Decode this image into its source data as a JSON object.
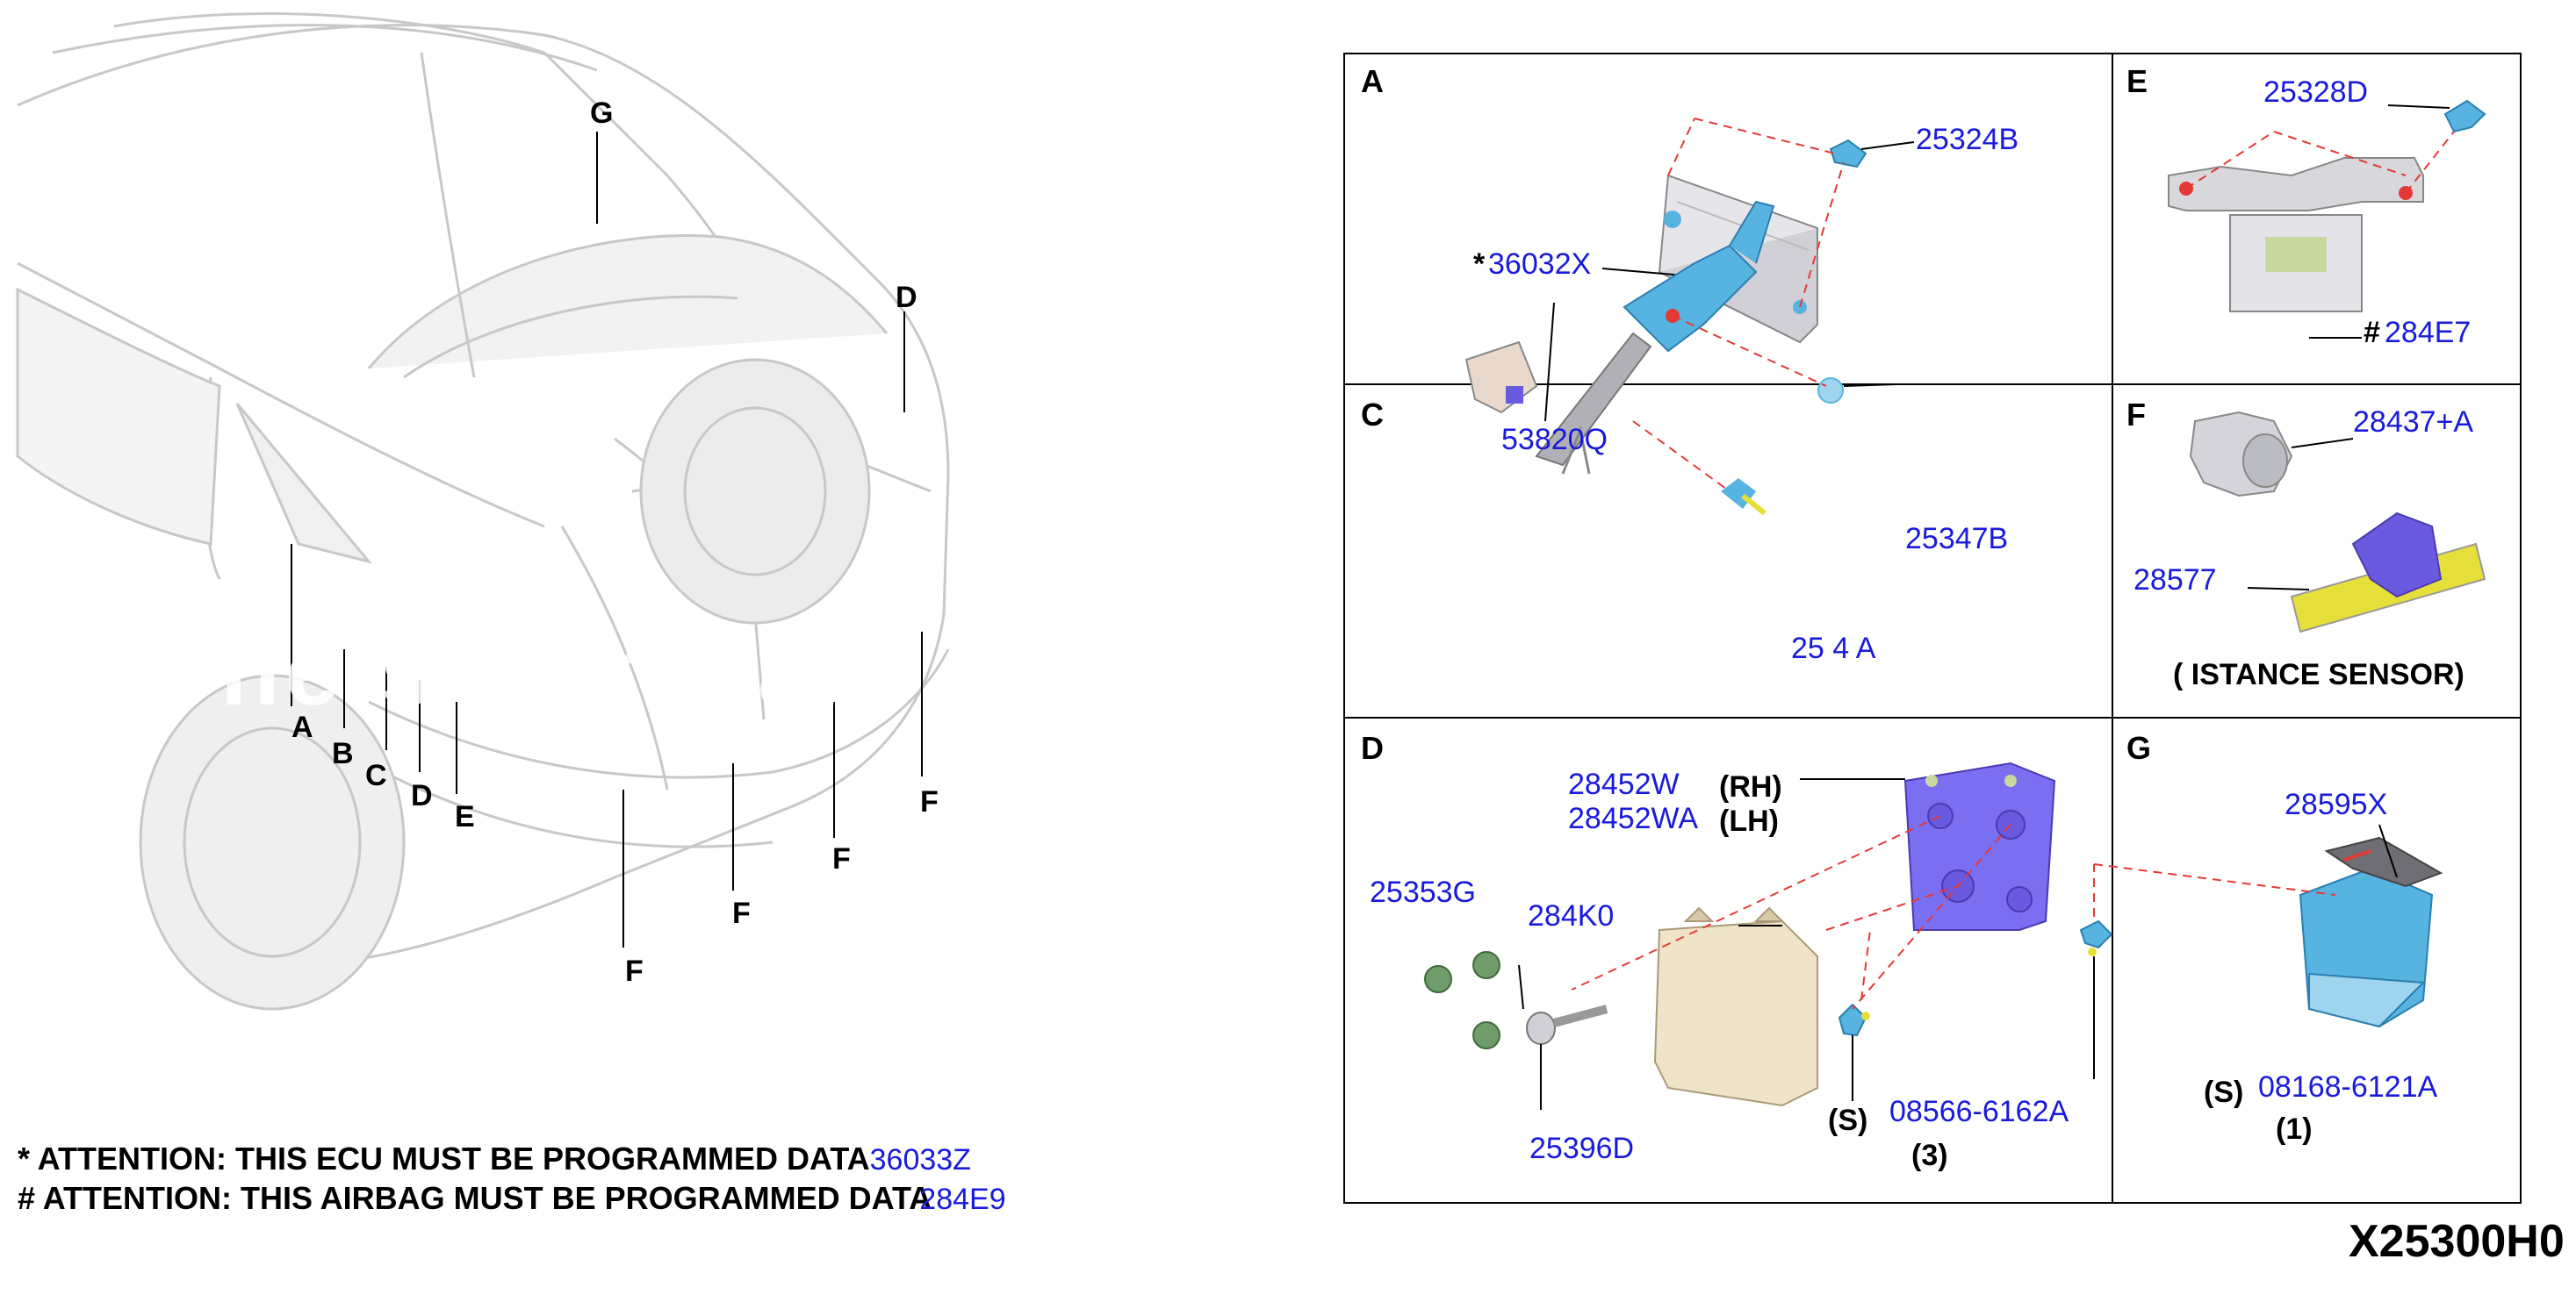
{
  "overview": {
    "callouts": [
      "G",
      "D",
      "A",
      "B",
      "C",
      "D",
      "E",
      "F",
      "F",
      "F",
      "F"
    ]
  },
  "watermark": "Offers Merchant A",
  "attention": {
    "ecu_text": "* ATTENTION: THIS ECU MUST BE PROGRAMMED DATA",
    "ecu_code": "36033Z",
    "airbag_text": " # ATTENTION: THIS AIRBAG MUST BE PROGRAMMED DATA",
    "airbag_code": "284E9"
  },
  "diagram_code": "X25300H0",
  "panels": {
    "A": {
      "letter": "A",
      "parts": [
        "25324B",
        "36032X"
      ],
      "mark": "*"
    },
    "E": {
      "letter": "E",
      "parts": [
        "25328D",
        "284E7"
      ],
      "mark": "#"
    },
    "C": {
      "letter": "C",
      "parts": [
        "53820Q",
        "25347B",
        "25 4 A"
      ]
    },
    "F": {
      "letter": "F",
      "parts": [
        "28437+A",
        "28577"
      ],
      "note": "( ISTANCE SENSOR)"
    },
    "D": {
      "letter": "D",
      "parts": [
        "28452W",
        "28452WA",
        "25353G",
        "284K0",
        "25396D",
        "08566-6162A"
      ],
      "rh": "(RH)",
      "lh": "(LH)",
      "s": "(S)",
      "qty": "(3)"
    },
    "G": {
      "letter": "G",
      "parts": [
        "28595X",
        "08168-6121A"
      ],
      "s": "(S)",
      "qty": "(1)"
    }
  },
  "colors": {
    "part_number": "#1a1adc",
    "dash_line": "#e53935",
    "ecu_body": "#e6e6ea",
    "module_green": "#c8d9a0",
    "sensor_blue": "#57b3e0",
    "purple_bracket": "#6a5ae0",
    "yellow_pad": "#e6df3a",
    "clip_green": "#6f9c6a",
    "tan_module": "#efe3c8"
  }
}
